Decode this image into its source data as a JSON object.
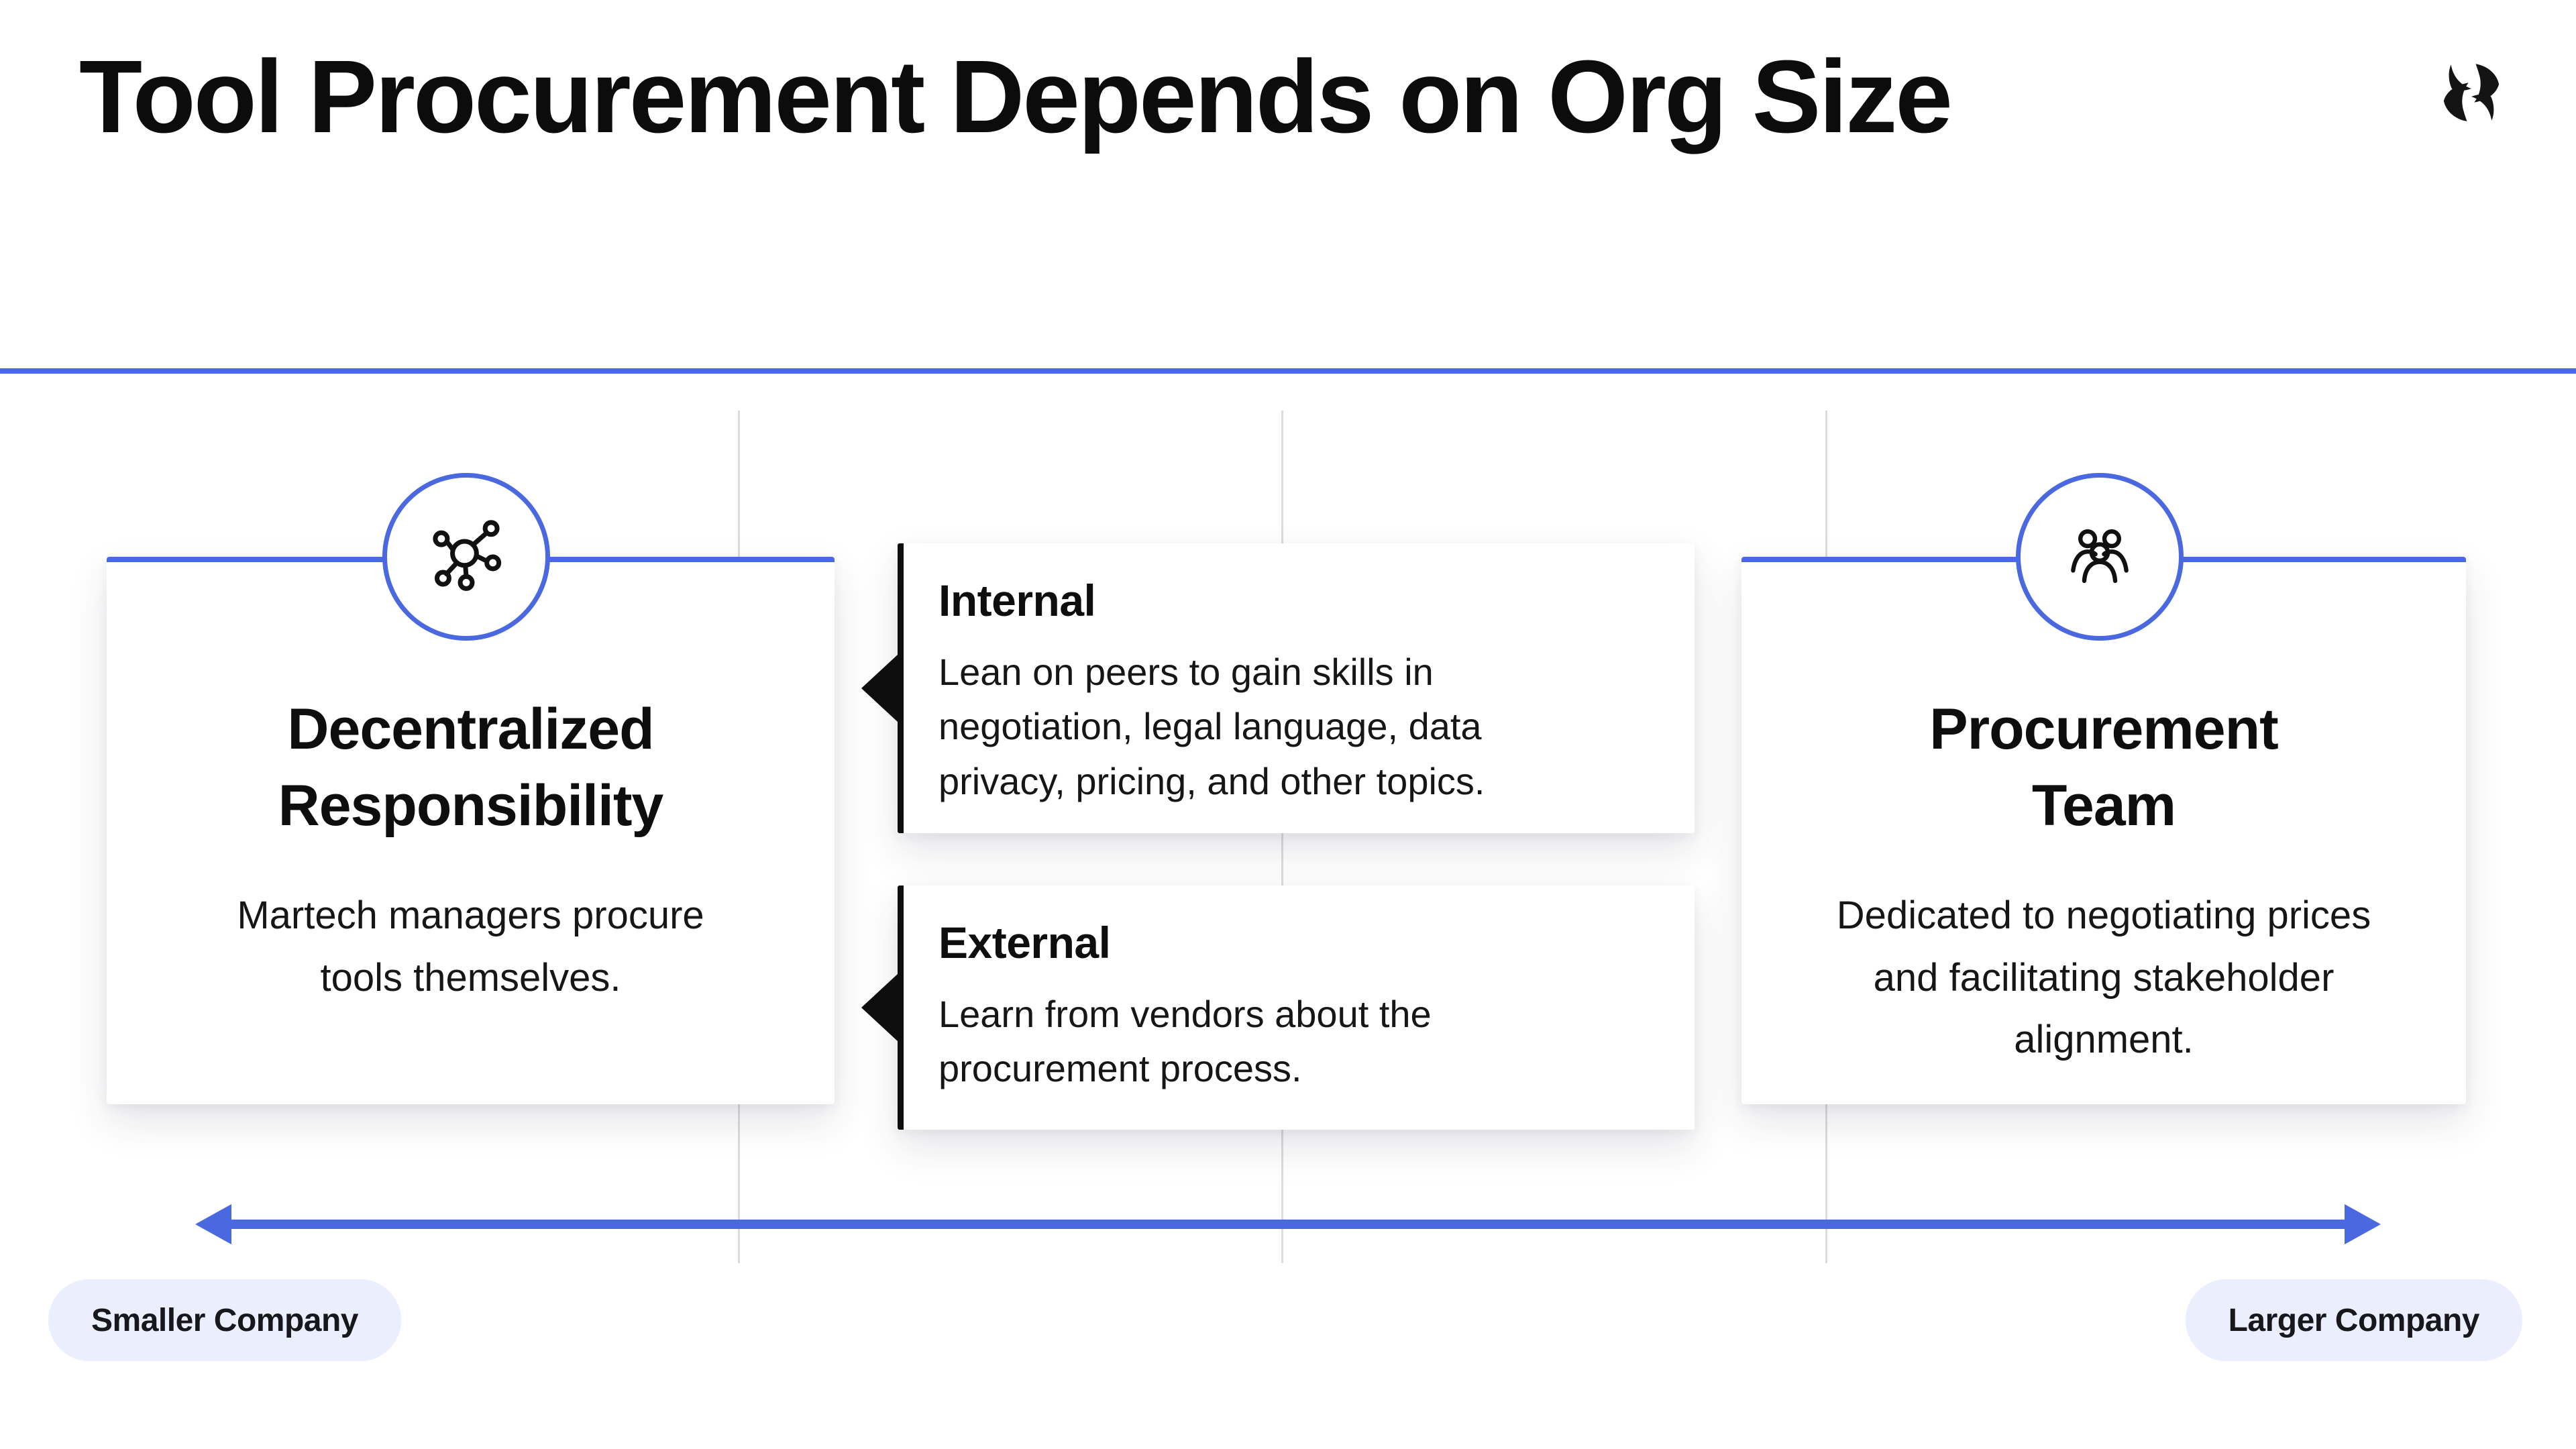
{
  "header": {
    "title": "Tool Procurement Depends on Org Size",
    "logo_icon": "brand-logo"
  },
  "colors": {
    "accent_blue": "#4a68df",
    "ink_black": "#101010",
    "divider_gray": "#dcdcdc",
    "pill_background": "#ebeefc",
    "card_background": "#ffffff"
  },
  "diagram": {
    "left_card": {
      "icon": "network-hub-icon",
      "heading_line1": "Decentralized",
      "heading_line2": "Responsibility",
      "body": "Martech managers procure tools themselves."
    },
    "callouts": [
      {
        "icon": "left-arrow-notch",
        "title": "Internal",
        "body": "Lean on peers to gain skills in negotiation, legal language, data privacy, pricing, and other topics."
      },
      {
        "icon": "left-arrow-notch",
        "title": "External",
        "body": "Learn from vendors about the procurement process."
      }
    ],
    "right_card": {
      "icon": "team-icon",
      "heading_line1": "Procurement",
      "heading_line2": "Team",
      "body": "Dedicated to negotiating prices and facilitating stakeholder alignment."
    },
    "axis": {
      "left_label": "Smaller Company",
      "right_label": "Larger Company"
    }
  }
}
